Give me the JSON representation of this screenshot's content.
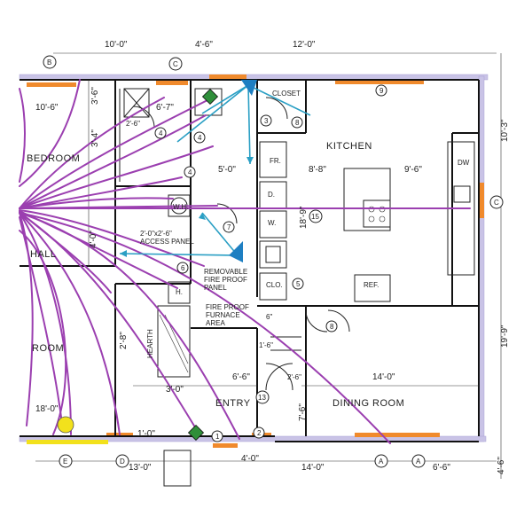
{
  "rooms": {
    "bedroom": "BEDROOM",
    "hall": "HALL",
    "room": "ROOM",
    "kitchen": "KITCHEN",
    "entry": "ENTRY",
    "dining": "DINING ROOM",
    "closet": "CLOSET",
    "fr": "FR.",
    "d": "D.",
    "w": "W.",
    "clo": "CLO.",
    "ref": "REF.",
    "dw": "DW",
    "wh": "W.H.",
    "h": "H.",
    "hearth": "HEARTH"
  },
  "notes": {
    "access1": "2'-0\"x2'-6\"",
    "access2": "ACCESS PANEL",
    "panel1": "REMOVABLE",
    "panel2": "FIRE PROOF",
    "panel3": "PANEL",
    "furnace1": "FIRE PROOF",
    "furnace2": "FURNACE",
    "furnace3": "AREA"
  },
  "dimensions": {
    "top1": "10'-0\"",
    "top2": "4'-6\"",
    "top3": "12'-0\"",
    "bed_w": "10'-6\"",
    "bed_h": "3'-6\"",
    "d_67": "6'-7\"",
    "d_26": "2'-6\"",
    "d_34": "3'-4\"",
    "d_50": "5'-0\"",
    "d_88": "8'-8\"",
    "d_96": "9'-6\"",
    "d_189": "18'-9\"",
    "d_40": "4'-0\"",
    "d_103": "10'-3\"",
    "d_199": "19'-9\"",
    "d_28": "2'-8\"",
    "d_66": "6'-6\"",
    "d_30": "3'-0\"",
    "d_26b": "2'-6\"",
    "d_140": "14'-0\"",
    "d_180": "18'-0\"",
    "d_10": "1'-0\"",
    "b_130": "13'-0\"",
    "b_40": "4'-0\"",
    "b_140": "14'-0\"",
    "b_66": "6'-6\"",
    "r_46": "4'-6\"",
    "d_76": "7'-6\"",
    "d_16": "1'-6\"",
    "d_6": "6\""
  },
  "markers": {
    "b": "B",
    "c": "C",
    "c2": "C",
    "e": "E",
    "d": "D",
    "a1": "A",
    "a2": "A"
  },
  "numbers": {
    "n1": "1",
    "n2": "2",
    "n3": "3",
    "n4": "4",
    "n4b": "4",
    "n4c": "4",
    "n5": "5",
    "n6": "6",
    "n7": "7",
    "n8": "8",
    "n8b": "8",
    "n9": "9",
    "n13": "13",
    "n15": "15"
  },
  "colors": {
    "ray": "#9b3fb0",
    "cyan_ray": "#2a9fc4",
    "window": "#f08a2c",
    "glass": "#c9c3e6",
    "sensor": "#2f8f3a",
    "triangle": "#1e7fc2",
    "light": "#f2e11c"
  }
}
